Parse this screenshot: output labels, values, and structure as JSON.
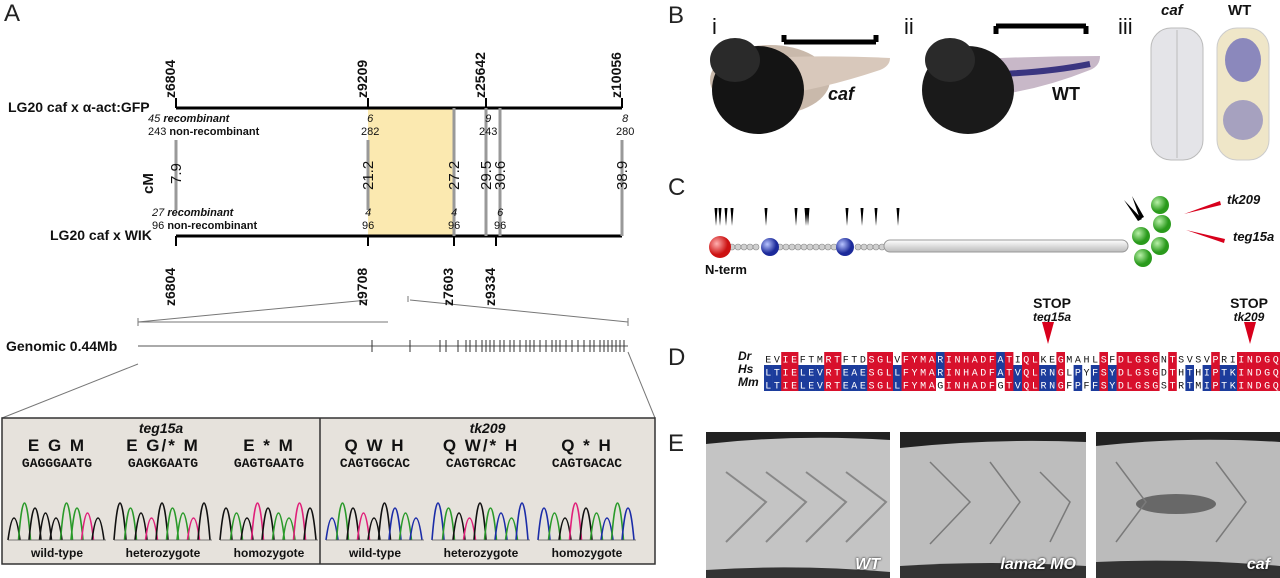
{
  "panel_labels": {
    "A": "A",
    "B": "B",
    "C": "C",
    "D": "D",
    "E": "E"
  },
  "panelA": {
    "top_markers": [
      "z6804",
      "z9209",
      "z25642",
      "z10056"
    ],
    "bottom_markers": [
      "z6804",
      "z9708",
      "z7603",
      "z9334"
    ],
    "cross1": "LG20 caf x α-act:GFP",
    "cross2": "LG20 caf x WIK",
    "cm_label": "cM",
    "top_counts": {
      "m1_rec": "45",
      "m1_non": "243",
      "m2_rec": "6",
      "m2_non": "282",
      "m3_rec": "9",
      "m3_non": "243",
      "m4_rec": "8",
      "m4_non": "280",
      "rec_label": "recombinant",
      "non_label": "non-recombinant"
    },
    "bottom_counts": {
      "m1_rec": "27",
      "m1_non": "96",
      "m2_rec": "4",
      "m2_non": "96",
      "m3_rec": "4",
      "m3_non": "96",
      "m4_rec": "6",
      "m4_non": "96",
      "rec_label": "recombinant",
      "non_label": "non-recombinant"
    },
    "cm_values": [
      "7.9",
      "21.2",
      "27.2",
      "29.5",
      "30.6",
      "38.9"
    ],
    "genomic_label": "Genomic 0.44Mb",
    "teg15a": {
      "name": "teg15a",
      "groups": [
        {
          "aa": "E G M",
          "seq": "GAGGGAATG",
          "geno": "wild-type"
        },
        {
          "aa": "E G/* M",
          "seq": "GAGKGAATG",
          "geno": "heterozygote"
        },
        {
          "aa": "E * M",
          "seq": "GAGTGAATG",
          "geno": "homozygote"
        }
      ]
    },
    "tk209": {
      "name": "tk209",
      "groups": [
        {
          "aa": "Q W H",
          "seq": "CAGTGGCAC",
          "geno": "wild-type"
        },
        {
          "aa": "Q W/* H",
          "seq": "CAGTGRCAC",
          "geno": "heterozygote"
        },
        {
          "aa": "Q * H",
          "seq": "CAGTGACAC",
          "geno": "homozygote"
        }
      ]
    }
  },
  "panelB": {
    "i": "i",
    "ii": "ii",
    "iii": "iii",
    "caf": "caf",
    "wt": "WT"
  },
  "panelC": {
    "nterm": "N-term",
    "tk209": "tk209",
    "teg15a": "teg15a"
  },
  "panelD": {
    "stop1": "STOP",
    "stop1_allele": "teg15a",
    "stop2": "STOP",
    "stop2_allele": "tk209",
    "rows": [
      {
        "species": "Dr",
        "seq": "EVIEFTMRTFTDSGLVFYMARINHADFATIQLKEGMAHLSFDLGSGNTSVSVPRIINDGQWHK"
      },
      {
        "species": "Hs",
        "seq": "LTIELEVRTEAESGLLFYMARINHADFATVQLRNGLPYFSYDLGSGDTHTHIPTKINDGQWHK"
      },
      {
        "species": "Mm",
        "seq": "LTIELEVRTEAESGLLFYMAGINHADFGTVQLRNGFPFFSYDLGSGSTRTMIPTKINDGQWHK"
      }
    ]
  },
  "panelE": {
    "labels": [
      "WT",
      "lama2 MO",
      "caf"
    ]
  }
}
